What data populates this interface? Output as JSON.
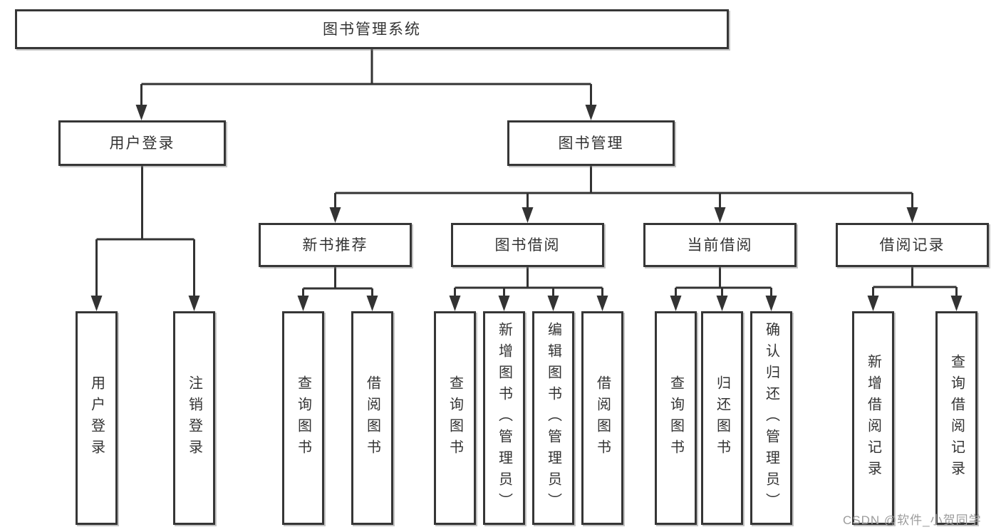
{
  "diagram_title": "图书管理系统",
  "colors": {
    "line": "#333333",
    "box_border": "#363636",
    "text": "#333333",
    "watermark": "#9c9c9c",
    "background": "#ffffff"
  },
  "tree": {
    "root": {
      "label": "图书管理系统"
    },
    "children": [
      {
        "label": "用户登录",
        "children": [
          {
            "label": "用户登录"
          },
          {
            "label": "注销登录"
          }
        ]
      },
      {
        "label": "图书管理",
        "children": [
          {
            "label": "新书推荐",
            "children": [
              {
                "label": "查询图书"
              },
              {
                "label": "借阅图书"
              }
            ]
          },
          {
            "label": "图书借阅",
            "children": [
              {
                "label": "查询图书"
              },
              {
                "label": "新增图书（管理员）"
              },
              {
                "label": "编辑图书（管理员）"
              },
              {
                "label": "借阅图书"
              }
            ]
          },
          {
            "label": "当前借阅",
            "children": [
              {
                "label": "查询图书"
              },
              {
                "label": "归还图书"
              },
              {
                "label": "确认归还（管理员）"
              }
            ]
          },
          {
            "label": "借阅记录",
            "children": [
              {
                "label": "新增借阅记录"
              },
              {
                "label": "查询借阅记录"
              }
            ]
          }
        ]
      }
    ]
  },
  "watermark": {
    "text": "CSDN @软件_小贺同学"
  }
}
